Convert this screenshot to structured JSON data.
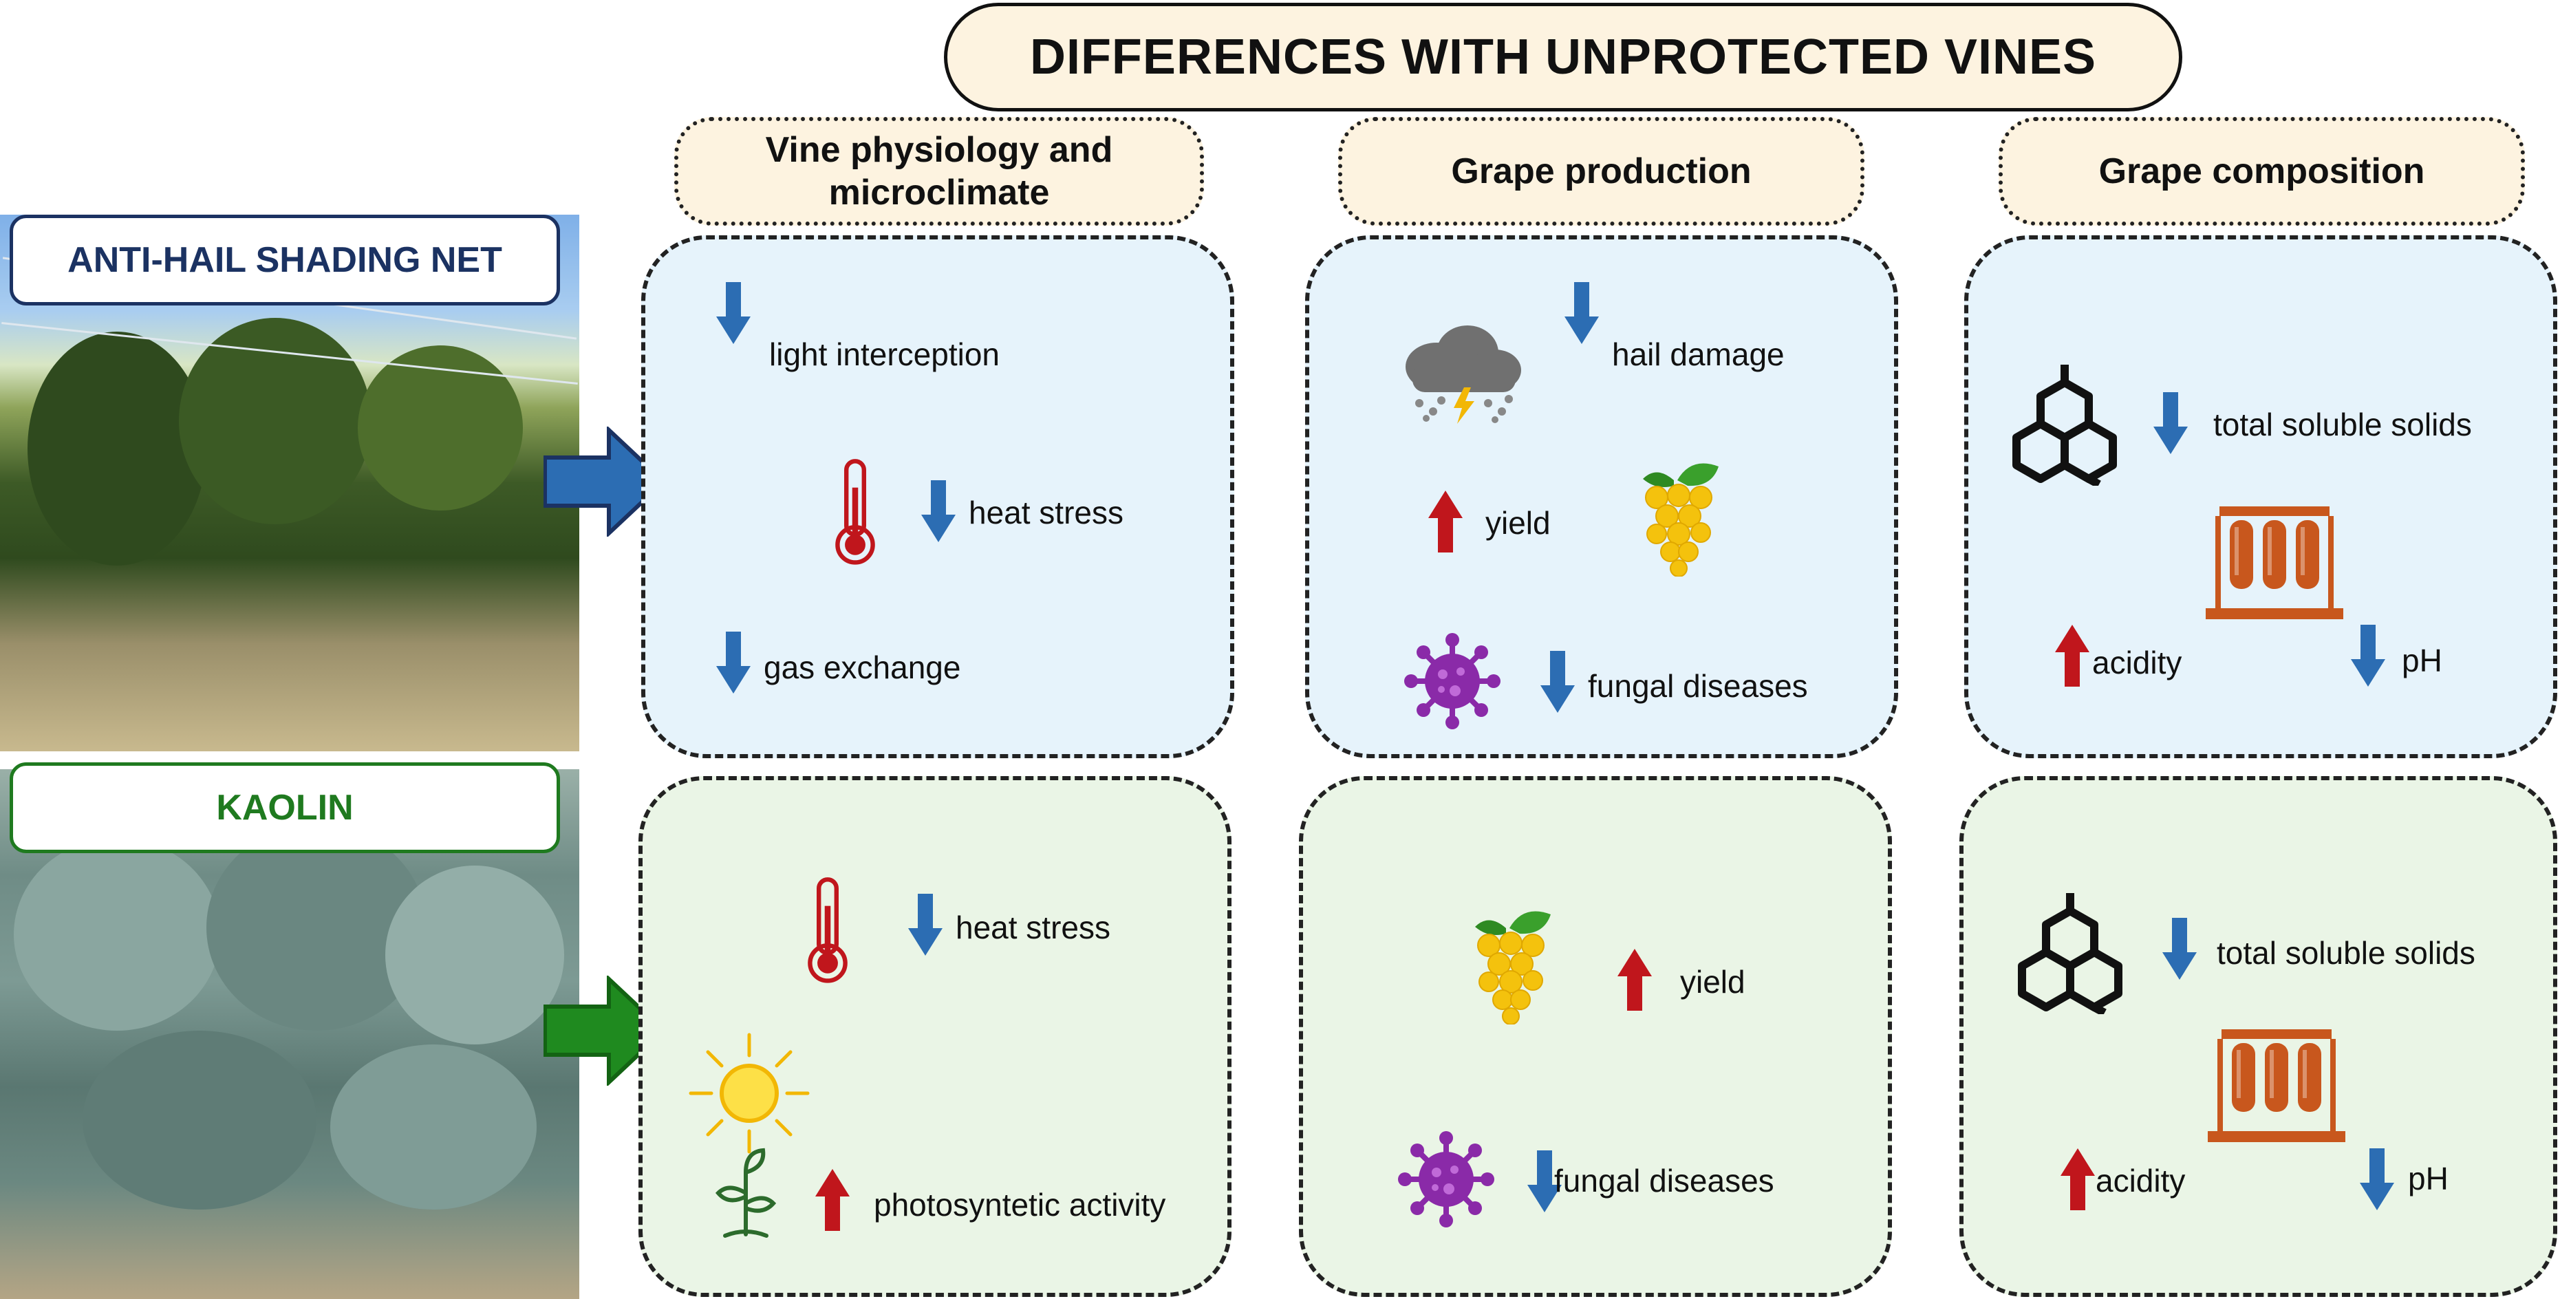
{
  "title": "DIFFERENCES WITH UNPROTECTED VINES",
  "columns": [
    "Vine physiology and microclimate",
    "Grape production",
    "Grape composition"
  ],
  "treatments": {
    "net": {
      "label": "ANTI-HAIL SHADING NET",
      "physiology": [
        "light interception",
        "heat stress",
        "gas exchange"
      ],
      "production": [
        "hail damage",
        "yield",
        "fungal diseases"
      ],
      "composition": [
        "total soluble solids",
        "acidity",
        "pH"
      ]
    },
    "kaolin": {
      "label": "KAOLIN",
      "physiology": [
        "heat stress",
        "photosyntetic activity"
      ],
      "production": [
        "yield",
        "fungal diseases"
      ],
      "composition": [
        "total soluble solids",
        "acidity",
        "pH"
      ]
    }
  },
  "colors": {
    "decrease_arrow": "#2c6db3",
    "increase_arrow": "#c0161c",
    "net_accent": "#1b3262",
    "kaolin_accent": "#1f7a1f",
    "header_fill": "#fdf3e0",
    "net_panel_fill": "#e6f3fb",
    "kaolin_panel_fill": "#eaf5e6"
  },
  "icons": [
    "thermometer-icon",
    "storm-cloud-icon",
    "grape-icon",
    "virus-icon",
    "molecule-icon",
    "test-tubes-icon",
    "sun-icon",
    "seedling-icon",
    "down-arrow-icon",
    "up-arrow-icon"
  ]
}
